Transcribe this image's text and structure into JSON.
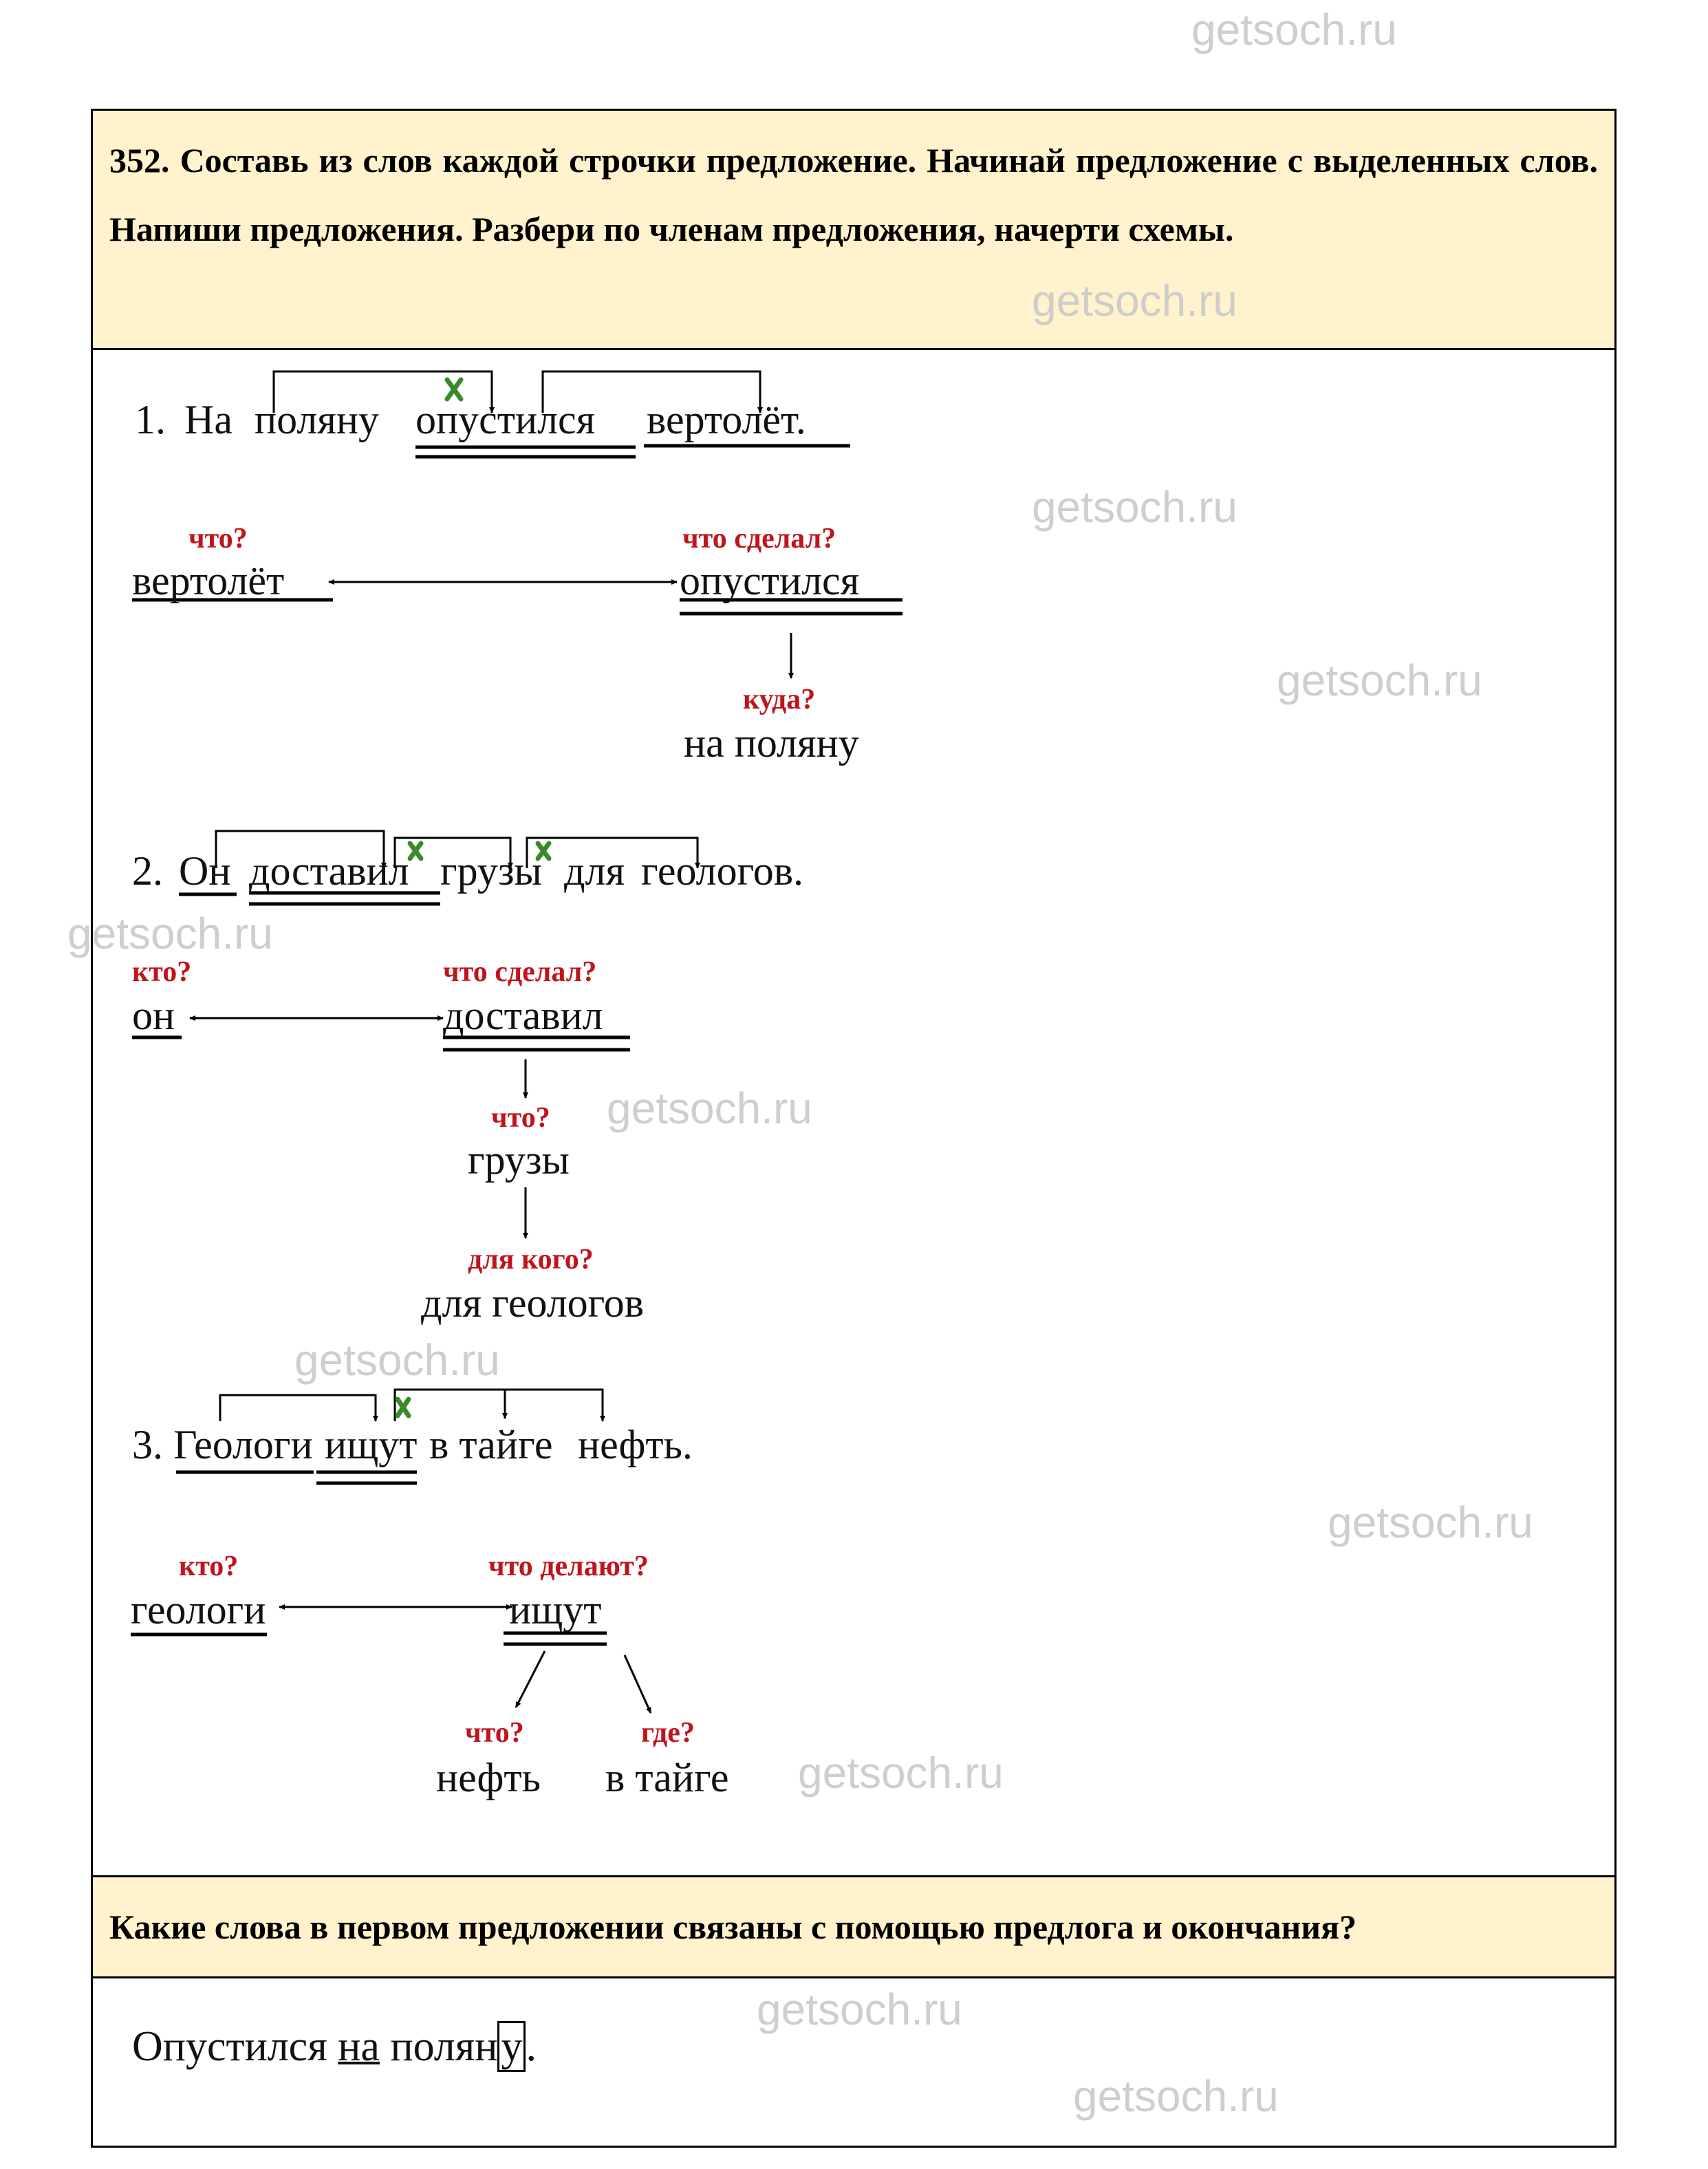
{
  "watermark": "getsoch.ru",
  "task": {
    "text": "352. Составь из слов каждой строчки предложение. Начинай предложение с выделенных слов. Напиши предложения. Разбери по членам предложения, начерти схемы."
  },
  "sentences": [
    {
      "number": "1.",
      "words": [
        "На",
        "поляну",
        "опустился",
        "вертолёт."
      ],
      "scheme": {
        "subject_q": "что?",
        "subject": "вертолёт",
        "predicate_q": "что сделал?",
        "predicate": "опустился",
        "dep1_q": "куда?",
        "dep1": "на поляну"
      }
    },
    {
      "number": "2.",
      "words": [
        "Он",
        "доставил",
        "грузы",
        "для",
        "геологов."
      ],
      "scheme": {
        "subject_q": "кто?",
        "subject": "он",
        "predicate_q": "что сделал?",
        "predicate": "доставил",
        "dep1_q": "что?",
        "dep1": "грузы",
        "dep2_q": "для кого?",
        "dep2": "для геологов"
      }
    },
    {
      "number": "3.",
      "words": [
        "Геологи",
        "ищут",
        "в тайге",
        "нефть."
      ],
      "scheme": {
        "subject_q": "кто?",
        "subject": "геологи",
        "predicate_q": "что делают?",
        "predicate": "ищут",
        "dep1_q": "что?",
        "dep1": "нефть",
        "dep2_q": "где?",
        "dep2": "в тайге"
      }
    }
  ],
  "question": "Какие слова в первом предложении связаны с помощью предлога и окончания?",
  "answer": {
    "word1": "Опустился",
    "preposition": "на",
    "stem": "полян",
    "ending": "у",
    "end": "."
  },
  "colors": {
    "band": "#fff2cc",
    "question_red": "#c0141c",
    "mark_green": "#3a8a2a"
  }
}
